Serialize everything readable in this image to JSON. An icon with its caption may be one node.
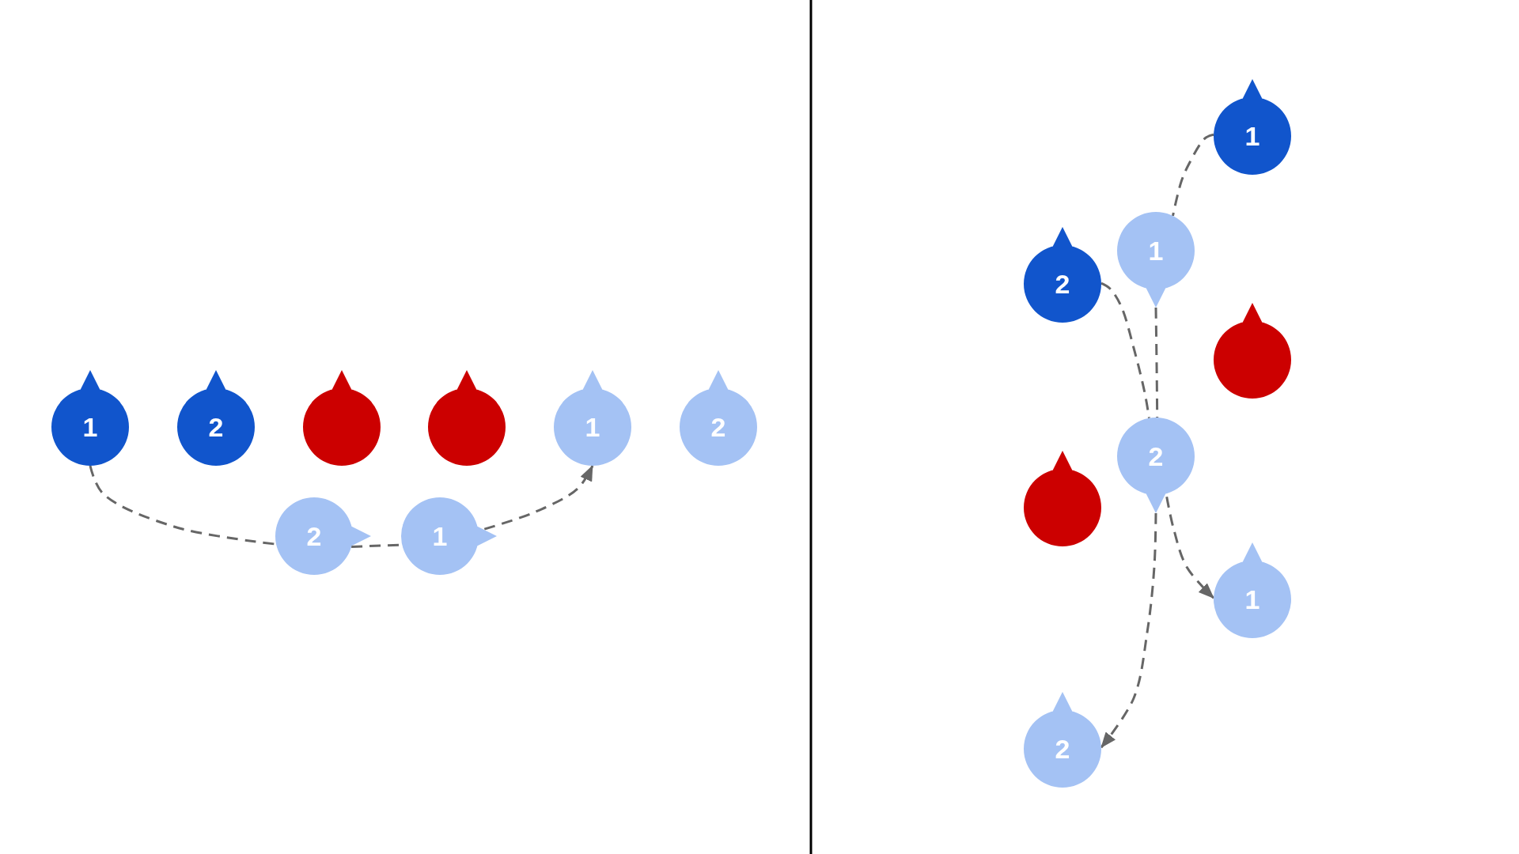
{
  "diagram": {
    "nodes": [
      {
        "text": [
          "1"
        ]
      },
      {
        "text": [
          "2"
        ]
      },
      {
        "text": [],
        "shape": "circle"
      },
      {
        "text": [],
        "shape": "circle"
      },
      {
        "text": [
          "1"
        ]
      },
      {
        "text": [
          "2"
        ]
      },
      {
        "text": [
          "2"
        ]
      },
      {
        "text": [
          "1"
        ]
      },
      {
        "text": [
          "1"
        ]
      },
      {
        "text": [
          "1"
        ]
      },
      {
        "text": [
          "2"
        ]
      },
      {
        "text": [],
        "shape": "circle"
      },
      {
        "text": [
          "2"
        ]
      },
      {
        "text": [],
        "shape": "circle"
      },
      {
        "text": [
          "1"
        ]
      },
      {
        "text": [
          "2"
        ]
      }
    ],
    "edges": [
      {
        "from": 0,
        "to": 6,
        "arrow": "none",
        "style": "dashed"
      },
      {
        "from": 6,
        "to": 7,
        "arrow": "none",
        "style": "dashed"
      },
      {
        "from": 7,
        "to": 4,
        "arrow": "to",
        "style": "dashed"
      },
      {
        "from": 8,
        "to": 9,
        "arrow": "none",
        "style": "dashed"
      },
      {
        "from": 9,
        "to": 12,
        "arrow": "none",
        "style": "dashed"
      },
      {
        "from": 12,
        "to": 15,
        "arrow": "to",
        "style": "dashed"
      },
      {
        "from": 10,
        "to": 12,
        "arrow": "none",
        "style": "dashed"
      },
      {
        "from": 12,
        "to": 14,
        "arrow": "to",
        "style": "dashed"
      }
    ]
  }
}
